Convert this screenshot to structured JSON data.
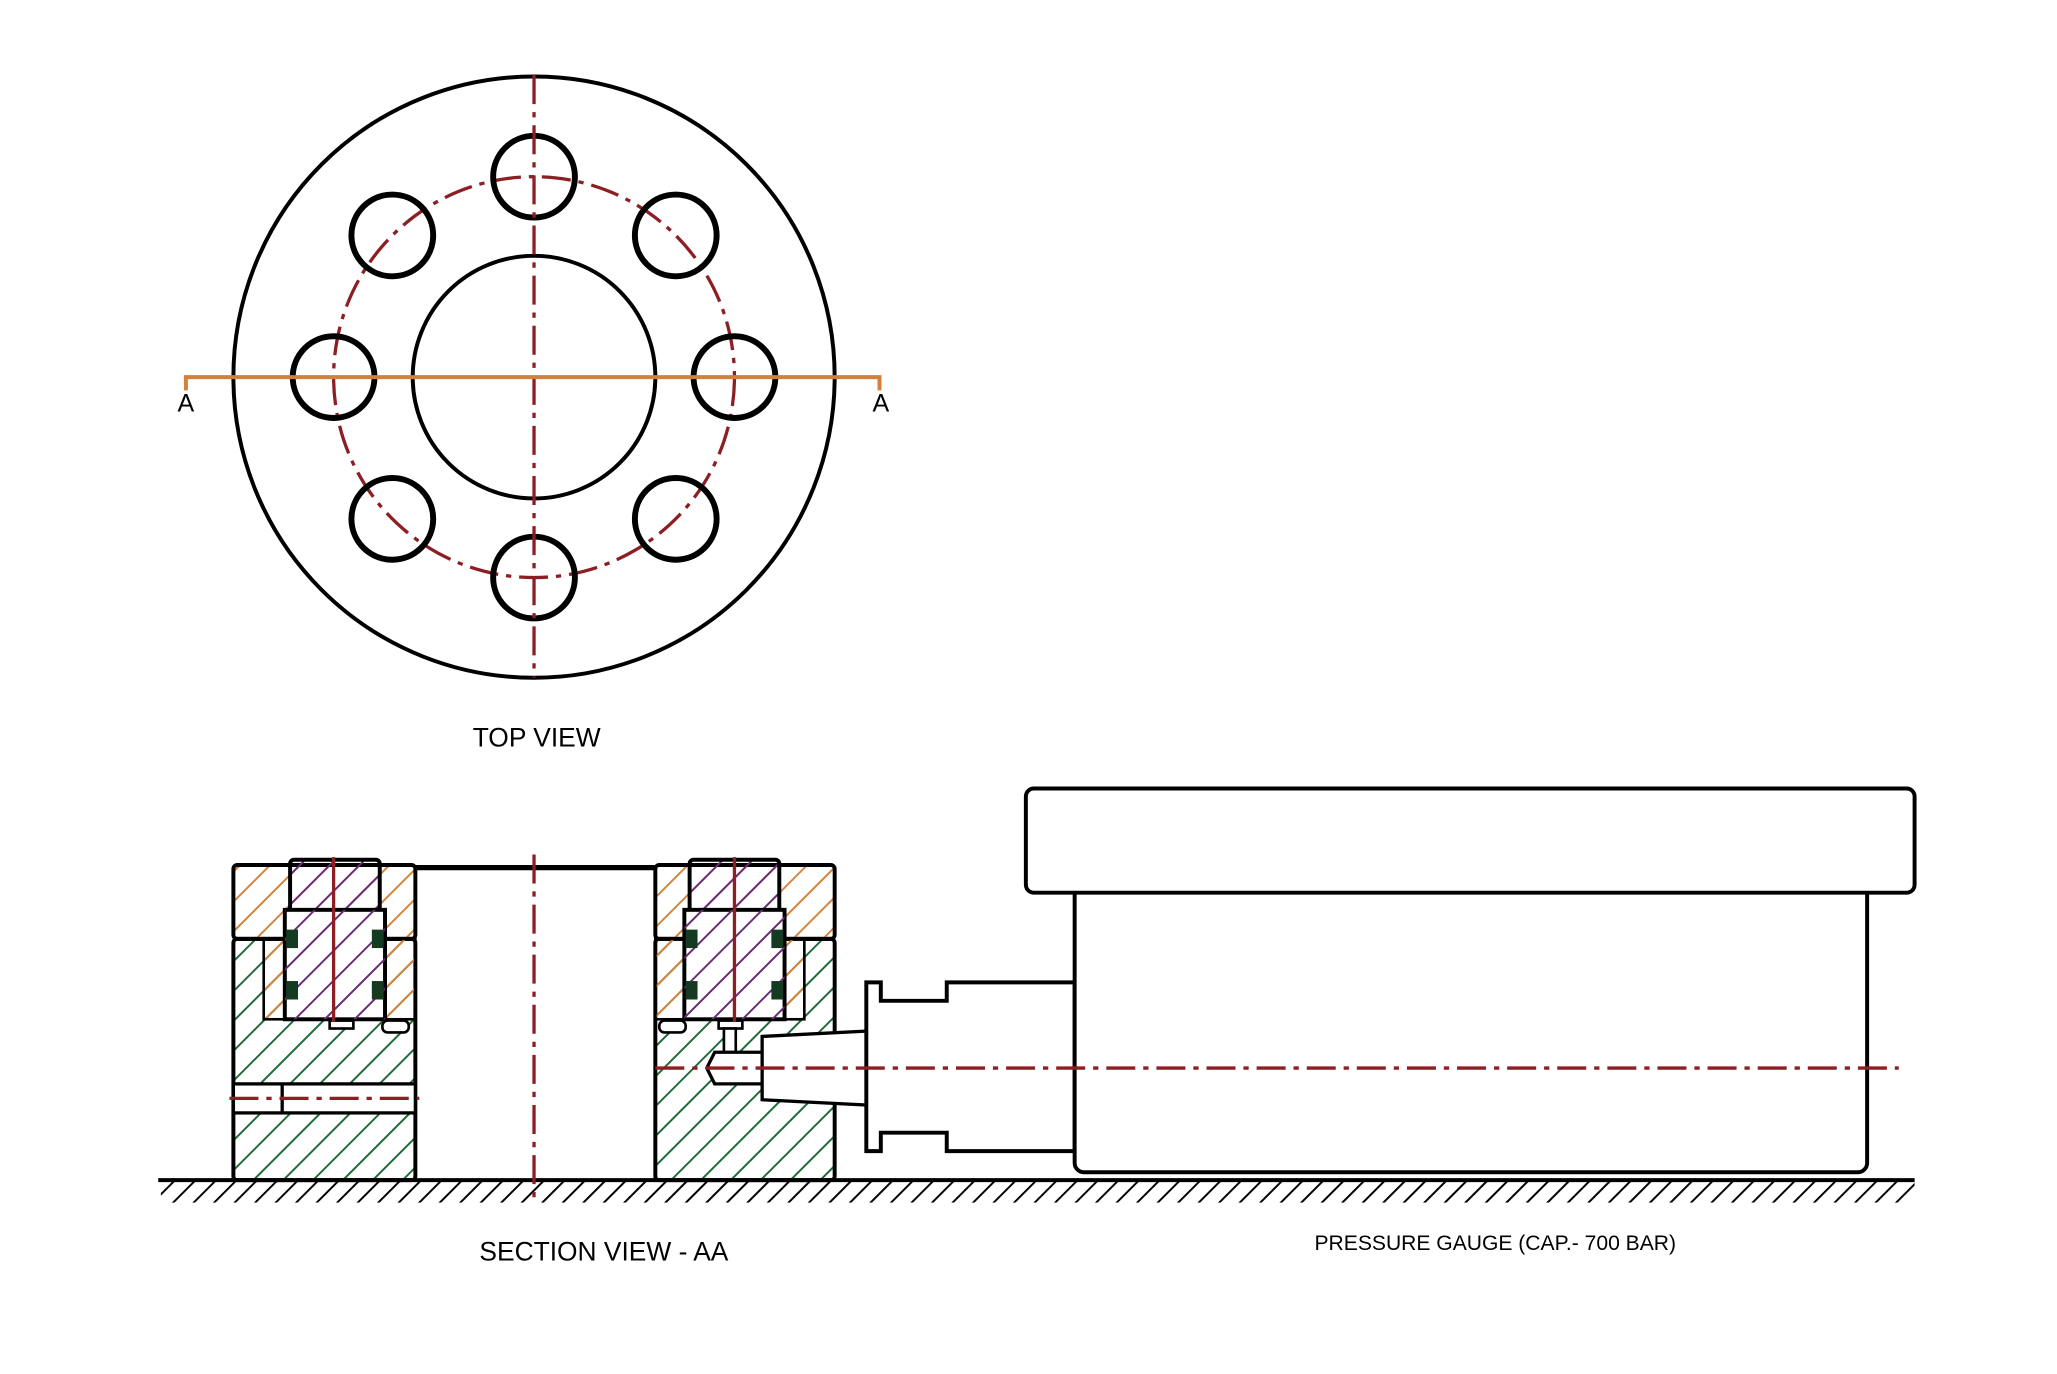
{
  "top_view": {
    "title": "TOP VIEW",
    "section_marker_left": "A",
    "section_marker_right": "A",
    "bolt_hole_count": 8
  },
  "section_view": {
    "title": "SECTION VIEW - AA"
  },
  "gauge": {
    "label": "PRESSURE GAUGE (CAP.- 700 BAR)"
  },
  "colors": {
    "centerline": "#8b1f24",
    "section_line": "#d2803a",
    "hatch_orange": "#d4843c",
    "hatch_green": "#1f6b3a",
    "hatch_purple": "#6b2a78"
  }
}
